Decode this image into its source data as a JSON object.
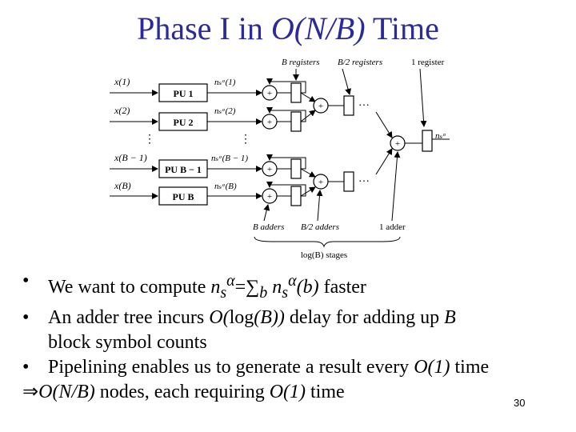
{
  "slide": {
    "title_pre": "Phase I in ",
    "title_ital": "O(N/B)",
    "title_post": " Time",
    "page_number": "30"
  },
  "diagram": {
    "top_labels": [
      "B registers",
      "B/2 registers",
      "1 register"
    ],
    "inputs": [
      "x(1)",
      "x(2)",
      "x(B − 1)",
      "x(B)"
    ],
    "units": [
      "PU 1",
      "PU 2",
      "PU B − 1",
      "PU B"
    ],
    "outputs": [
      "nₛᵅ(1)",
      "nₛᵅ(2)",
      "nₛᵅ(B − 1)",
      "nₛᵅ(B)"
    ],
    "final_output": "nₛᵅ",
    "vdots": [
      "⋮",
      "⋮"
    ],
    "hdots": [
      "…",
      "…"
    ],
    "adder_symbol": "+",
    "bottom_labels": [
      "B adders",
      "B/2 adders",
      "1 adder"
    ],
    "stages_label": "log(B) stages"
  },
  "bullets": {
    "b1": {
      "pre": "We want to compute ",
      "n1": "n",
      "s1": "s",
      "a1": "α",
      "eq": "=∑",
      "sb": "b",
      "n2": " n",
      "s2": "s",
      "a2": "α",
      "post_it": "(b)",
      "post": " faster"
    },
    "b2": {
      "pre": "An adder tree incurs ",
      "it1": "O(",
      "mid": "log",
      "it2": "(B))",
      "post": " delay for adding up ",
      "it3": "B",
      "line2": "block symbol counts"
    },
    "b3": {
      "pre": "Pipelining enables us to generate a result every ",
      "it": "O(1)",
      "post": " time"
    },
    "b4": {
      "arrow": "⇒",
      "it1": "O(N/B)",
      "mid": " nodes, each requiring ",
      "it2": "O(1)",
      "post": " time"
    }
  }
}
